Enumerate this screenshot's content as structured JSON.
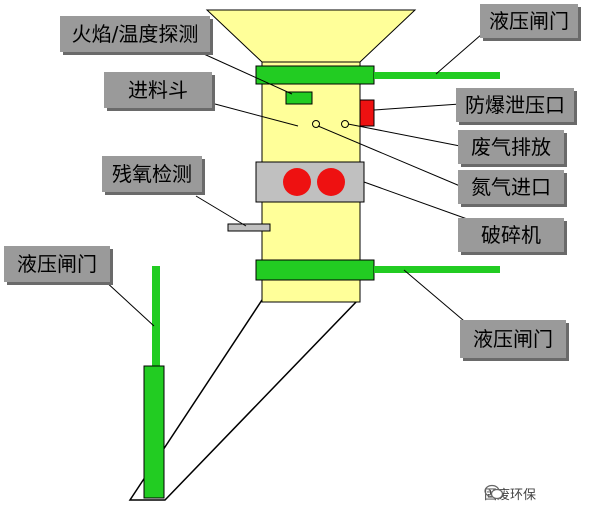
{
  "labels": {
    "flame_temp": "火焰/温度探测",
    "feed_hopper": "进料斗",
    "residual_o2": "残氧检测",
    "hyd_gate_top_right": "液压闸门",
    "explosion_vent": "防爆泄压口",
    "exhaust": "废气排放",
    "nitrogen_inlet": "氮气进口",
    "crusher": "破碎机",
    "hyd_gate_bottom_right": "液压闸门",
    "hyd_gate_left": "液压闸门"
  },
  "watermark": {
    "text": "固废环保"
  },
  "colors": {
    "body": "#ffff99",
    "gate": "#22cc22",
    "vent": "#ee1111",
    "crusher_box": "#c0c0c0",
    "crusher_roller": "#ee1111",
    "callout": "#9a9a9a",
    "shadow": "#6a6a6a"
  }
}
